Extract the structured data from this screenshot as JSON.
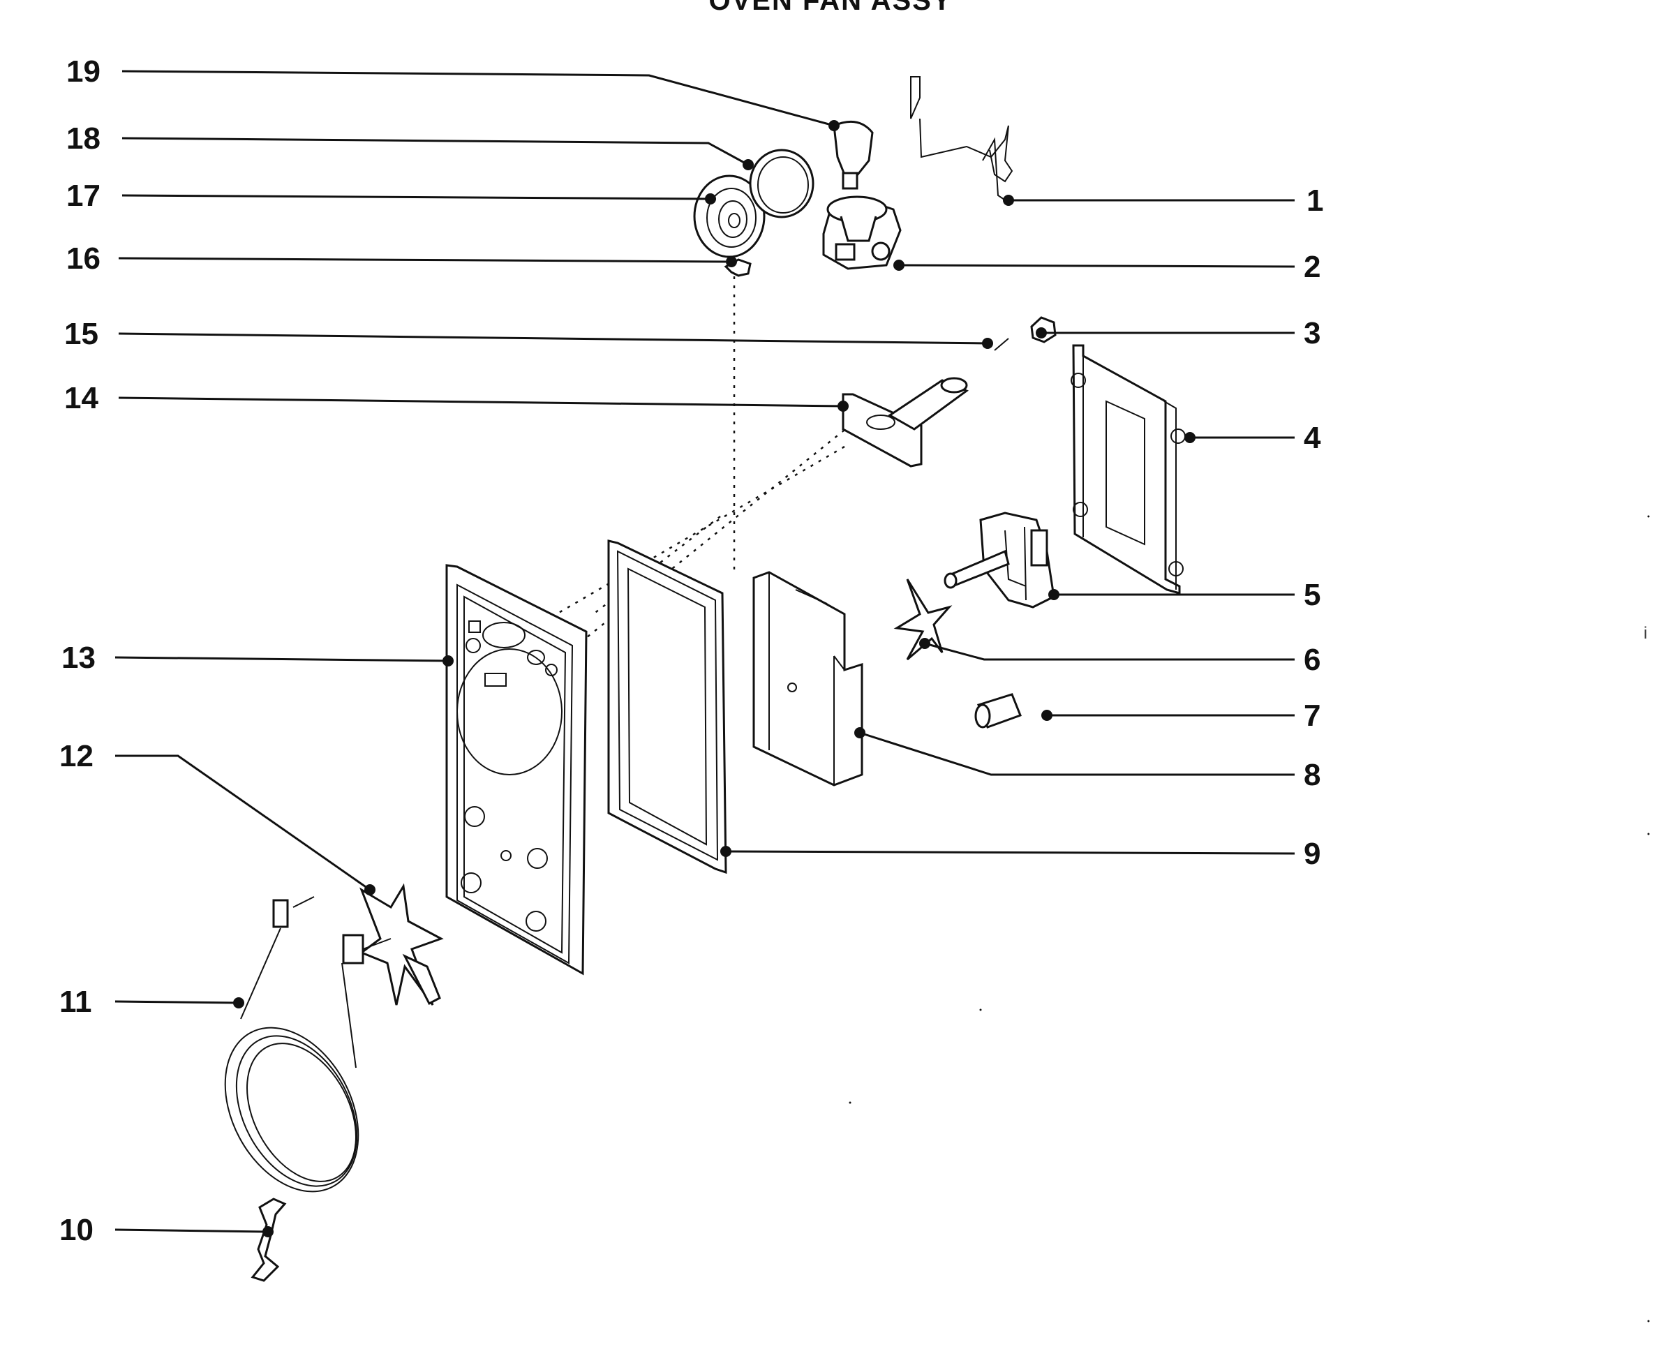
{
  "diagram": {
    "title": "OVEN FAN ASSY",
    "callouts": [
      {
        "id": "c1",
        "label": "1"
      },
      {
        "id": "c2",
        "label": "2"
      },
      {
        "id": "c3",
        "label": "3"
      },
      {
        "id": "c4",
        "label": "4"
      },
      {
        "id": "c5",
        "label": "5"
      },
      {
        "id": "c6",
        "label": "6"
      },
      {
        "id": "c7",
        "label": "7"
      },
      {
        "id": "c8",
        "label": "8"
      },
      {
        "id": "c9",
        "label": "9"
      },
      {
        "id": "c10",
        "label": "10"
      },
      {
        "id": "c11",
        "label": "11"
      },
      {
        "id": "c12",
        "label": "12"
      },
      {
        "id": "c13",
        "label": "13"
      },
      {
        "id": "c14",
        "label": "14"
      },
      {
        "id": "c15",
        "label": "15"
      },
      {
        "id": "c16",
        "label": "16"
      },
      {
        "id": "c17",
        "label": "17"
      },
      {
        "id": "c18",
        "label": "18"
      },
      {
        "id": "c19",
        "label": "19"
      }
    ],
    "stray_marks": [
      {
        "id": "m1",
        "text": "i"
      }
    ]
  }
}
